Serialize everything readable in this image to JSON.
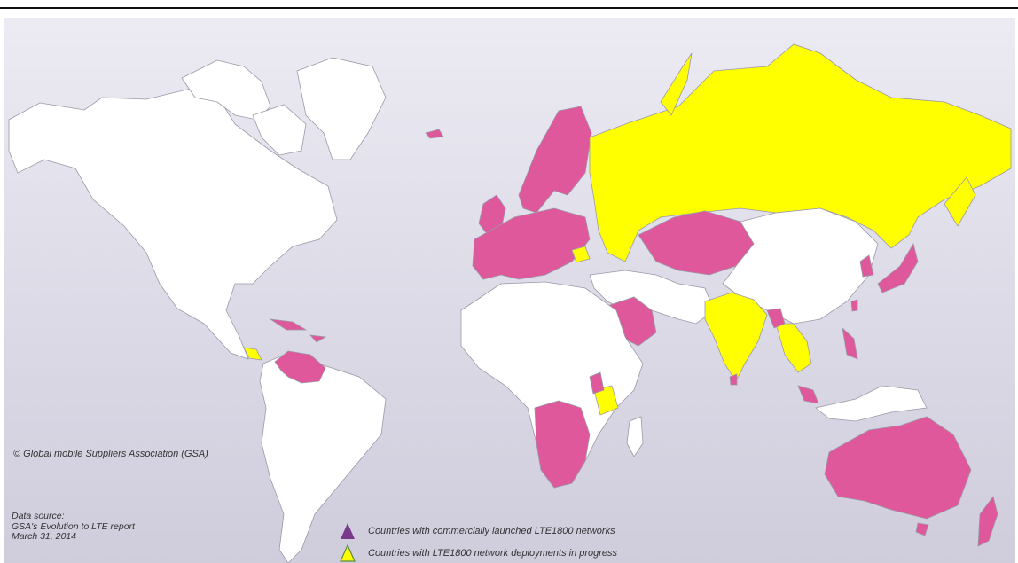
{
  "copyright": "© Global mobile Suppliers Association (GSA)",
  "source": {
    "line1": "Data source:",
    "line2": "GSA's Evolution to LTE report",
    "line3": "March 31, 2014"
  },
  "legend": {
    "launched": {
      "label": "Countries with commercially launched LTE1800 networks",
      "color": "#7a3a8c"
    },
    "progress": {
      "label": "Countries with LTE1800 network deployments in progress",
      "color": "#ffff00"
    }
  },
  "colors": {
    "launched_fill": "#e0589c",
    "progress_fill": "#ffff00",
    "land": "#ffffff",
    "ocean": "#dcdae6"
  }
}
